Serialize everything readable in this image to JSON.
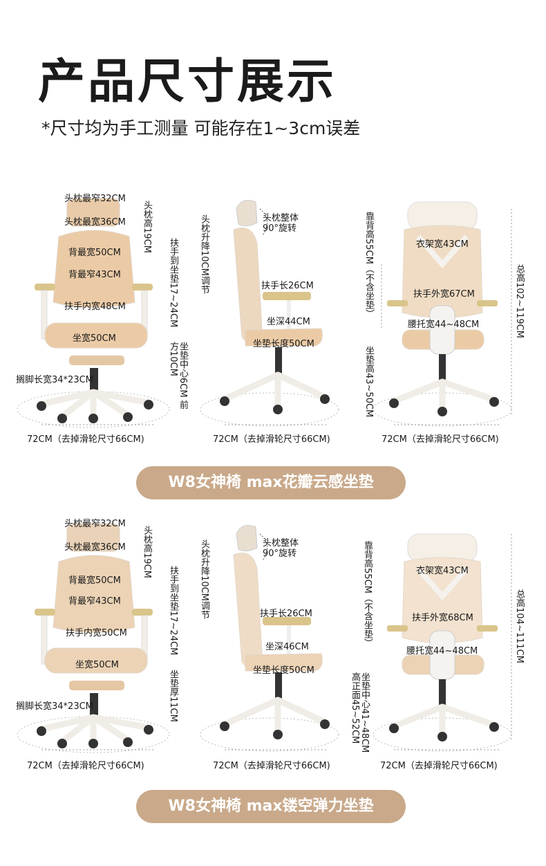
{
  "header": {
    "title": "产品尺寸展示",
    "subtitle": "*尺寸均为手工测量 可能存在1~3cm误差"
  },
  "sections": [
    {
      "front": {
        "headrest_narrow": "头枕最窄32CM",
        "headrest_wide": "头枕最宽36CM",
        "headrest_height": "头枕高19CM",
        "back_widest": "背最宽50CM",
        "back_narrowest": "背最窄43CM",
        "armrest_inner": "扶手内宽48CM",
        "armrest_to_seat": "扶手到坐垫17~24CM",
        "seat_width": "坐宽50CM",
        "seat_thickness": "坐垫中心6CM 前方10CM",
        "footrest": "搁脚长宽34*23CM",
        "base": "72CM（去掉滑轮尺寸66CM)"
      },
      "side": {
        "headrest_lift": "头枕升降10CM调节",
        "headrest_rotate": "头枕整体\n90°旋转",
        "armrest_length": "扶手长26CM",
        "seat_depth": "坐深44CM",
        "cushion_length": "坐垫长度50CM",
        "base": "72CM（去掉滑轮尺寸66CM)"
      },
      "back": {
        "back_height": "靠背高55CM（不含坐垫）",
        "hanger_width": "衣架宽43CM",
        "armrest_outer": "扶手外宽67CM",
        "lumbar_width": "腰托宽44~48CM",
        "seat_height": "坐垫高43~50CM",
        "total_height": "总高102~119CM",
        "base": "72CM（去掉滑轮尺寸66CM)"
      },
      "product_label": "W8女神椅 max花瓣云感坐垫"
    },
    {
      "front": {
        "headrest_narrow": "头枕最窄32CM",
        "headrest_wide": "头枕最宽36CM",
        "headrest_height": "头枕高19CM",
        "back_widest": "背最宽50CM",
        "back_narrowest": "背最窄43CM",
        "armrest_inner": "扶手内宽50CM",
        "armrest_to_seat": "扶手到坐垫17~24CM",
        "seat_width": "坐宽50CM",
        "seat_thickness": "坐垫厚11CM",
        "footrest": "搁脚长宽34*23CM",
        "base": "72CM（去掉滑轮尺寸66CM)"
      },
      "side": {
        "headrest_lift": "头枕升降10CM调节",
        "headrest_rotate": "头枕整体\n90°旋转",
        "armrest_length": "扶手长26CM",
        "seat_depth": "坐深46CM",
        "cushion_length": "坐垫长度50CM",
        "base": "72CM（去掉滑轮尺寸66CM)"
      },
      "back": {
        "back_height": "靠背高55CM（不含坐垫）",
        "hanger_width": "衣架宽43CM",
        "armrest_outer": "扶手外宽68CM",
        "lumbar_width": "腰托宽44~48CM",
        "seat_height": "坐垫中心41~48CM 高正面45~52CM",
        "total_height": "总高104~111CM",
        "base": "72CM（去掉滑轮尺寸66CM)"
      },
      "product_label": "W8女神椅 max镂空弹力坐垫"
    }
  ],
  "colors": {
    "cushion": "#e8c9a6",
    "frame": "#f4efe8",
    "pill": "#c9a98a",
    "accent_gold": "#c8a44a"
  }
}
